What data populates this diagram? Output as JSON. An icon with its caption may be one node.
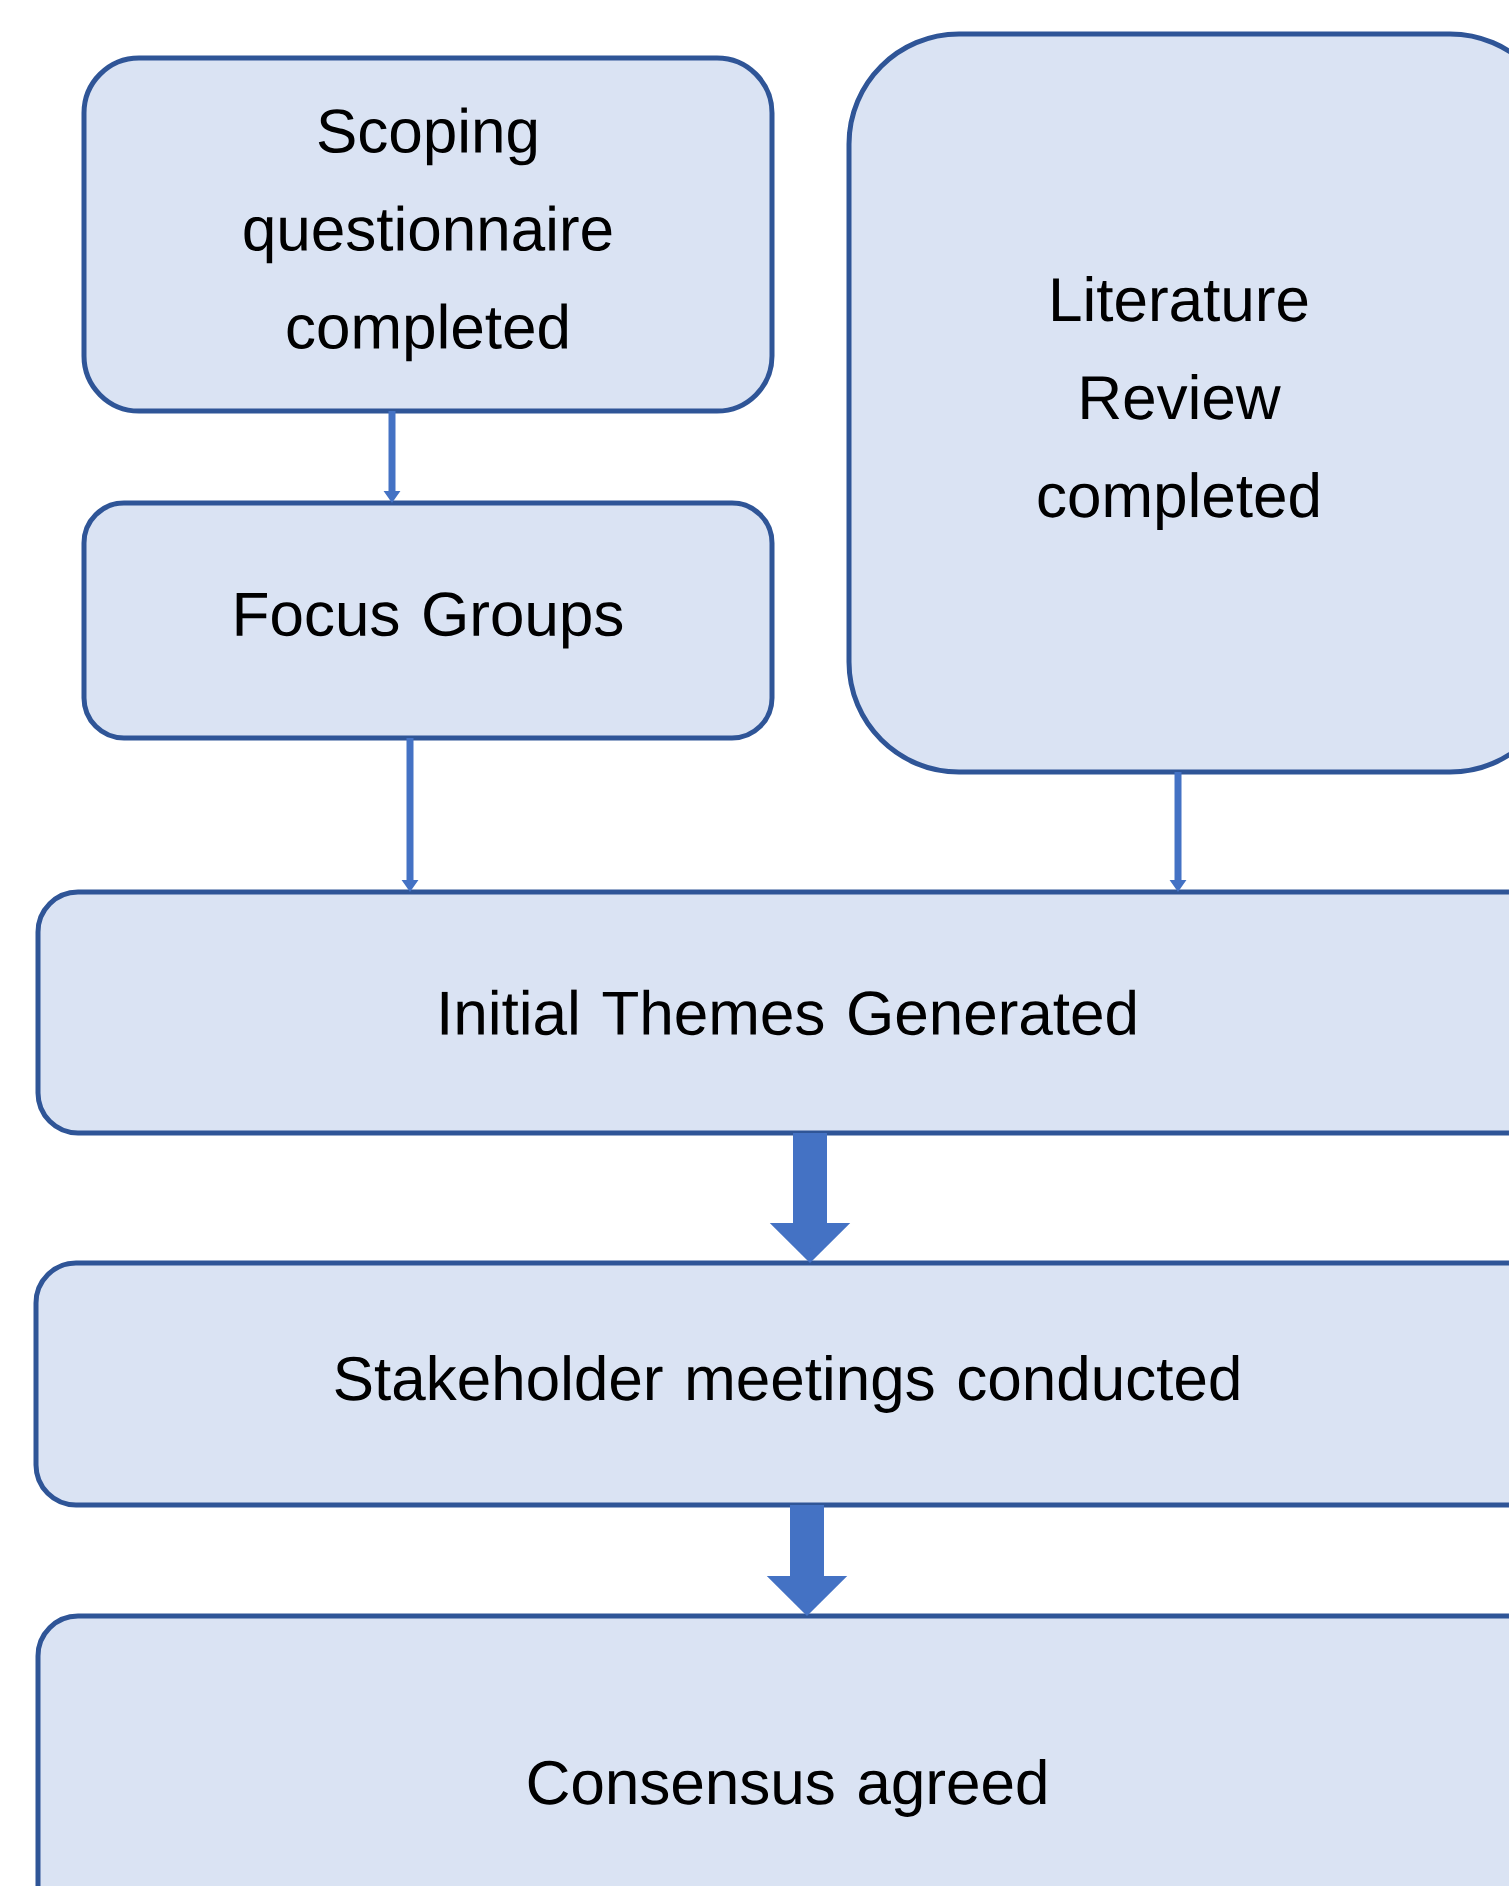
{
  "diagram": {
    "nodes": [
      {
        "text": [
          "Scoping questionnaire completed"
        ]
      },
      {
        "text": [
          "Literature Review completed"
        ]
      },
      {
        "text": [
          "Focus Groups"
        ]
      },
      {
        "text": [
          "Initial Themes Generated"
        ]
      },
      {
        "text": [
          "Stakeholder meetings conducted"
        ]
      },
      {
        "text": [
          "Consensus agreed"
        ]
      }
    ],
    "edges": [
      {
        "from": 0,
        "to": 2,
        "arrow": "to"
      },
      {
        "from": 2,
        "to": 3,
        "arrow": "to"
      },
      {
        "from": 1,
        "to": 3,
        "arrow": "to"
      },
      {
        "from": 3,
        "to": 4,
        "arrow": "to",
        "style": "thick"
      },
      {
        "from": 4,
        "to": 5,
        "arrow": "to",
        "style": "thick"
      }
    ]
  }
}
